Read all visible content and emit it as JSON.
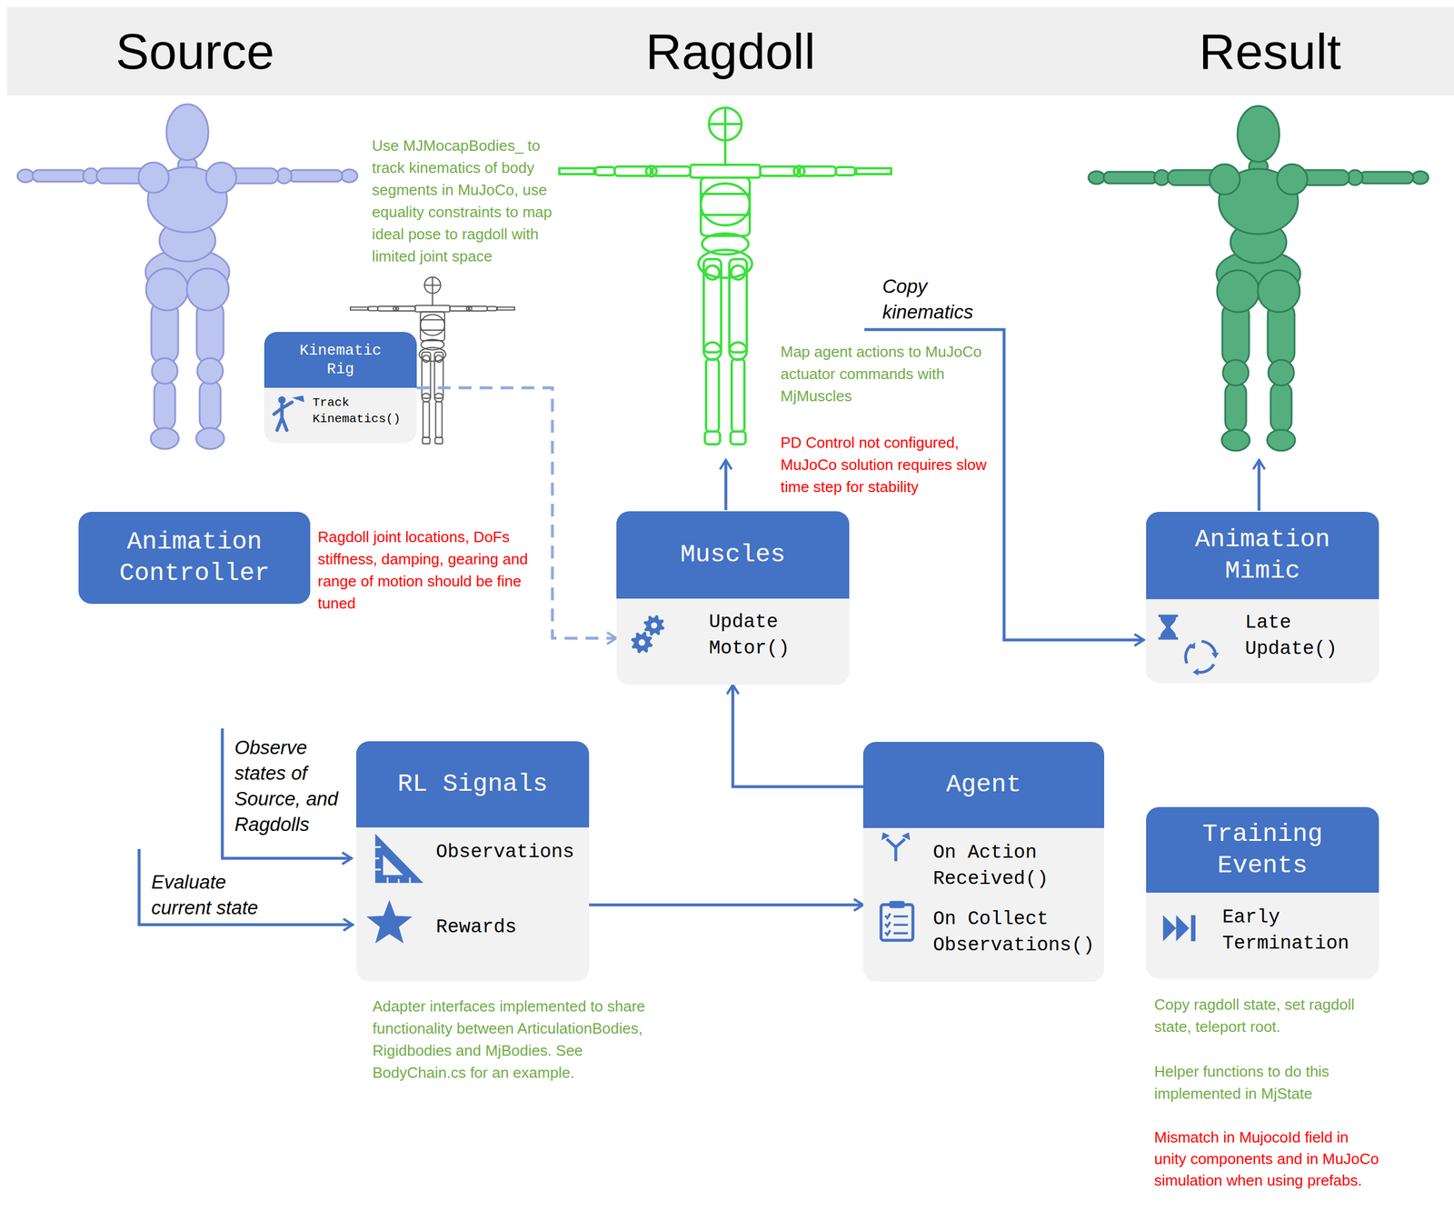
{
  "diagram": {
    "nodes": [
      {
        "text": [
          "Source",
          "Ragdoll",
          "Result"
        ]
      },
      {
        "text": [
          "Kinematic Rig",
          "Track Kinematics()"
        ]
      },
      {
        "text": [
          "Animation Controller"
        ]
      },
      {
        "text": [
          "Muscles",
          "Update Motor()"
        ]
      },
      {
        "text": [
          "Animation Mimic",
          "Late Update()"
        ]
      },
      {
        "text": [
          "RL Signals",
          "Observations",
          "Rewards"
        ]
      },
      {
        "text": [
          "Agent",
          "On Action Received()",
          "On Collect Observations()"
        ]
      },
      {
        "text": [
          "Training Events",
          "Early Termination"
        ]
      }
    ],
    "edges": [
      {
        "from": 1,
        "to": 3,
        "arrow": "to"
      },
      {
        "from": 5,
        "to": 6,
        "arrow": "to"
      },
      {
        "from": 6,
        "to": 3,
        "arrow": "to"
      }
    ],
    "labels": [
      "Use MJMocapBodies_ to track kinematics of body segments in MuJoCo, use equality constraints to map ideal pose to ragdoll with limited joint space",
      "Copy kinematics",
      "Map agent actions to MuJoCo actuator commands with MjMuscles",
      "PD Control not configured, MuJoCo solution requires slow time step for stability",
      "Ragdoll joint locations, DoFs stiffness, damping, gearing and range of motion should be fine tuned",
      "Observe states of Source, and Ragdolls",
      "Evaluate current state",
      "Adapter interfaces implemented to share functionality between ArticulationBodies, Rigidbodies and MjBodies. See BodyChain.cs for an example.",
      "Copy ragdoll state, set ragdoll state, teleport root.",
      "Helper functions to do this implemented in MjState",
      "Mismatch in MujocoId field in unity components and in MuJoCo simulation when using prefabs."
    ]
  }
}
